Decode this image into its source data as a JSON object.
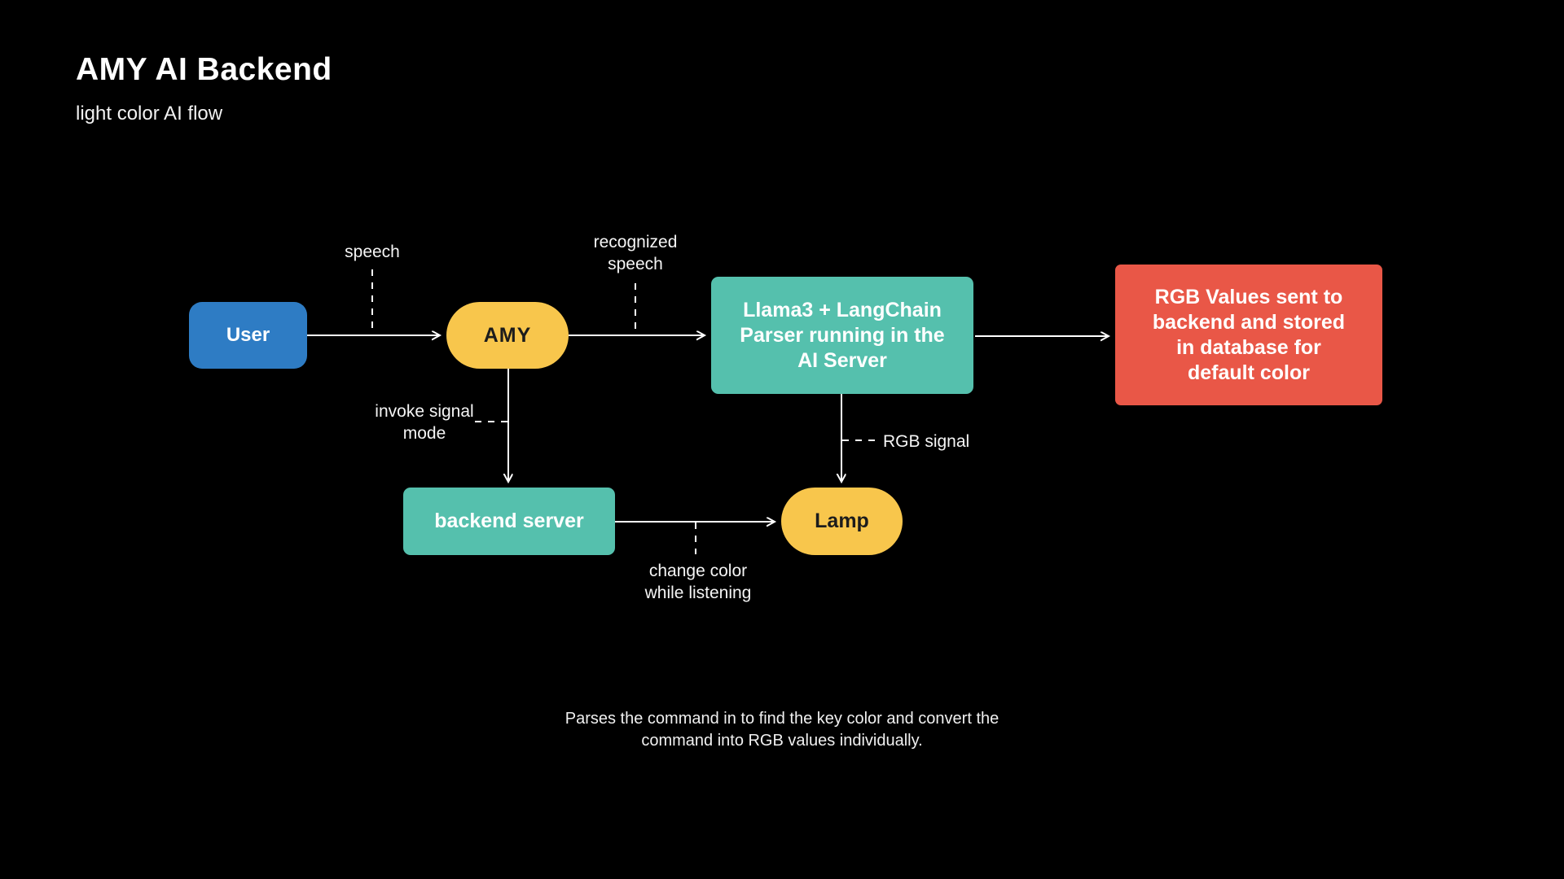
{
  "page": {
    "title": "AMY AI Backend",
    "subtitle": "light color AI flow",
    "background": "#000000"
  },
  "colors": {
    "blue": "#2e7cc4",
    "yellow": "#f8c64c",
    "teal": "#55c0ad",
    "red": "#e95747",
    "text_light": "#ffffff",
    "text_dark": "#1c1c1c",
    "line": "#ffffff"
  },
  "nodes": {
    "user": {
      "label": "User"
    },
    "amy": {
      "label": "AMY"
    },
    "parser": {
      "label": "Llama3 + LangChain\nParser running in the\nAI Server"
    },
    "rgb_store": {
      "label": "RGB Values sent to\nbackend and stored\nin database for\ndefault color"
    },
    "backend": {
      "label": "backend server"
    },
    "lamp": {
      "label": "Lamp"
    }
  },
  "edge_labels": {
    "speech": "speech",
    "recognized_speech": "recognized\nspeech",
    "invoke_signal_mode": "invoke signal\nmode",
    "rgb_signal": "RGB signal",
    "change_color": "change color\nwhile listening"
  },
  "caption": "Parses the command in to find the key color and convert the\ncommand into RGB values individually."
}
